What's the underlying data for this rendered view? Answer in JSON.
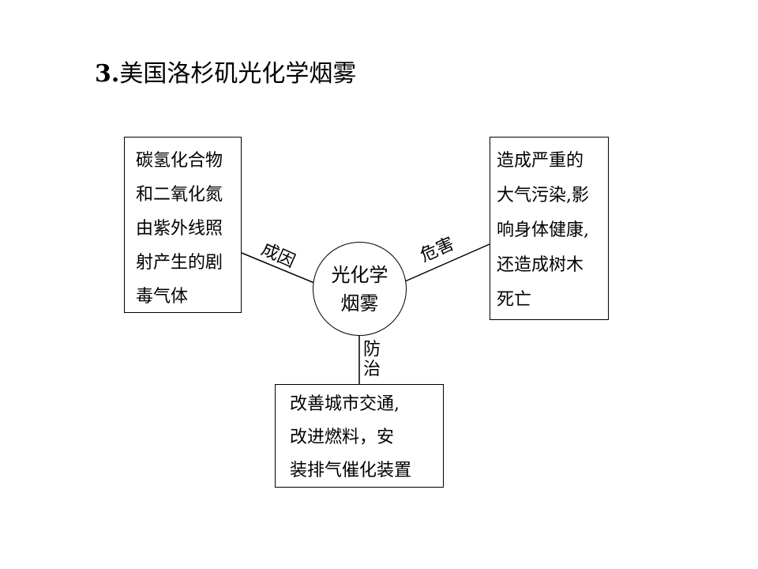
{
  "title": {
    "number": "3.",
    "text": "美国洛杉矶光化学烟雾"
  },
  "center": {
    "lines": [
      "光化学",
      "烟雾"
    ]
  },
  "cause": {
    "label": "成因",
    "lines": [
      "碳氢化合物",
      "和二氧化氮",
      "由紫外线照",
      "射产生的剧",
      "毒气体"
    ]
  },
  "harm": {
    "label": "危害",
    "lines": [
      "造成严重的",
      "大气污染,影",
      "响身体健康,",
      "还造成树木",
      "死亡"
    ]
  },
  "prevention": {
    "label": "防治",
    "lines": [
      "改善城市交通,",
      "改进燃料，安",
      "装排气催化装置"
    ]
  }
}
